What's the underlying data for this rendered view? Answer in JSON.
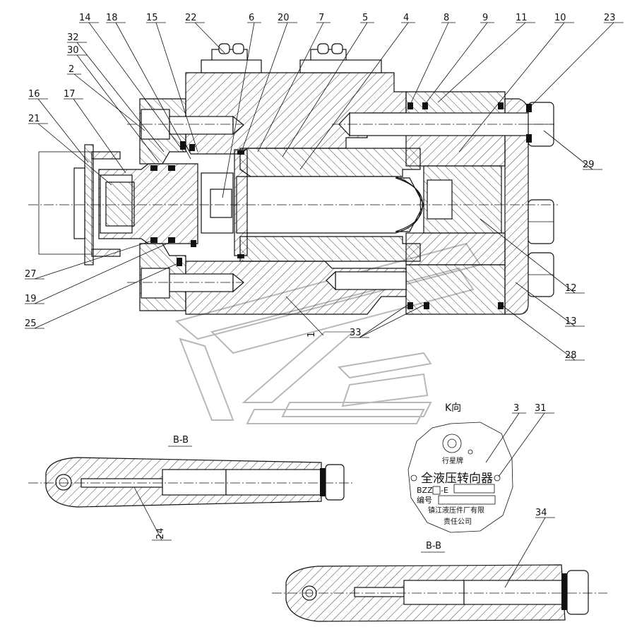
{
  "callouts": {
    "top": [
      "14",
      "18",
      "15",
      "22",
      "6",
      "20",
      "7",
      "5",
      "4",
      "8",
      "9",
      "11",
      "10",
      "23"
    ],
    "left": [
      "32",
      "30",
      "2",
      "16",
      "21",
      "17",
      "27",
      "19",
      "25"
    ],
    "right": [
      "29",
      "12",
      "13",
      "28"
    ],
    "bottom": [
      "1",
      "33"
    ],
    "bb1": [
      "24"
    ],
    "bb2": [
      "34"
    ],
    "plate": [
      "3",
      "31"
    ]
  },
  "views": {
    "section_bb_1": "B-B",
    "section_bb_2": "B-B",
    "view_k": "K向"
  },
  "nameplate": {
    "brand": "行星牌",
    "product": "全液压转向器",
    "model_prefix": "BZZ",
    "model_suffix": "-E",
    "serial_label": "编号",
    "maker_line1": "镇江液压件厂有限",
    "maker_line2": "责任公司"
  },
  "colors": {
    "ink": "#111111",
    "watermark": "#b8b8b8",
    "background": "#ffffff"
  }
}
